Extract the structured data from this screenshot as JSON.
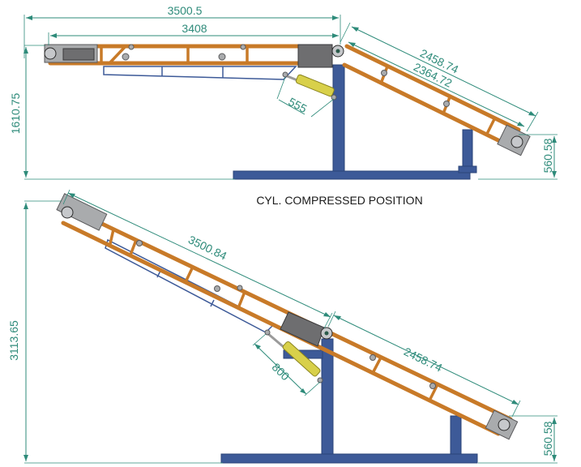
{
  "top_view": {
    "dim_total_length": "3500.5",
    "dim_frame_length": "3408",
    "dim_height": "1610.75",
    "dim_cylinder": "555",
    "dim_incline_outer": "2458.74",
    "dim_incline_inner": "2364.72",
    "dim_tail_height": "560.58"
  },
  "caption": "CYL. COMPRESSED POSITION",
  "bottom_view": {
    "dim_upper_length": "3500.84",
    "dim_height": "3113.65",
    "dim_cylinder": "800",
    "dim_incline": "2458.74",
    "dim_tail_height": "560.58"
  },
  "colors": {
    "frame": "#c87a28",
    "steel": "#3d5a98",
    "dimension": "#2e8b7a",
    "cylinder": "#d8d04a"
  }
}
